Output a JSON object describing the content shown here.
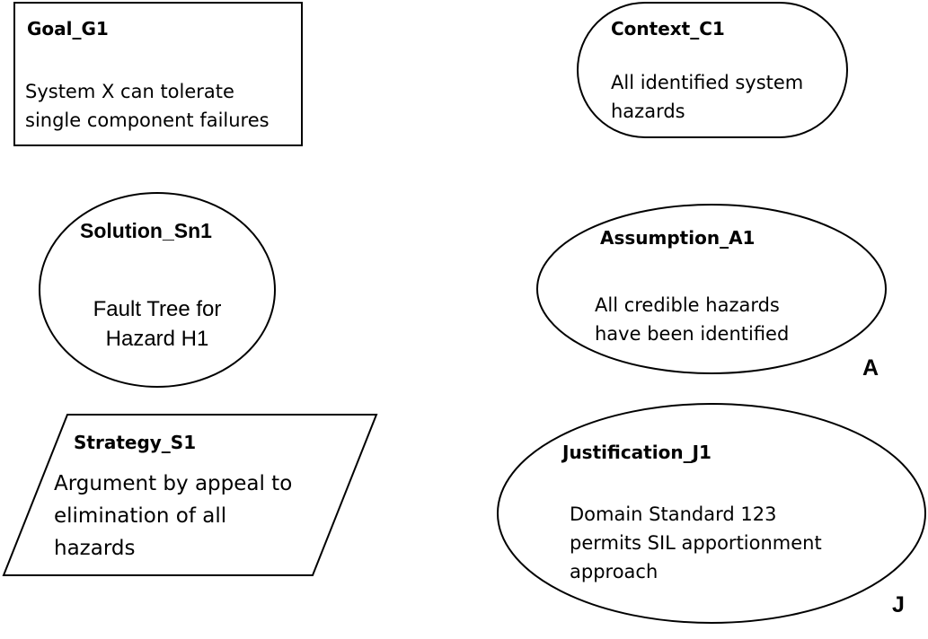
{
  "goal": {
    "title": "Goal_G1",
    "lines": [
      "System X can tolerate",
      "single component failures"
    ]
  },
  "context": {
    "title": "Context_C1",
    "lines": [
      "All identified system",
      "hazards"
    ]
  },
  "solution": {
    "title": "Solution_Sn1",
    "lines": [
      "Fault Tree for",
      "Hazard H1"
    ]
  },
  "assumption": {
    "title": "Assumption_A1",
    "lines": [
      "All credible hazards",
      "have been identified"
    ],
    "marker": "A"
  },
  "strategy": {
    "title": "Strategy_S1",
    "lines": [
      "Argument by appeal to",
      "elimination of all",
      "hazards"
    ]
  },
  "justification": {
    "title": "Justification_J1",
    "lines": [
      "Domain Standard 123",
      "permits SIL apportionment",
      "approach"
    ],
    "marker": "J"
  }
}
